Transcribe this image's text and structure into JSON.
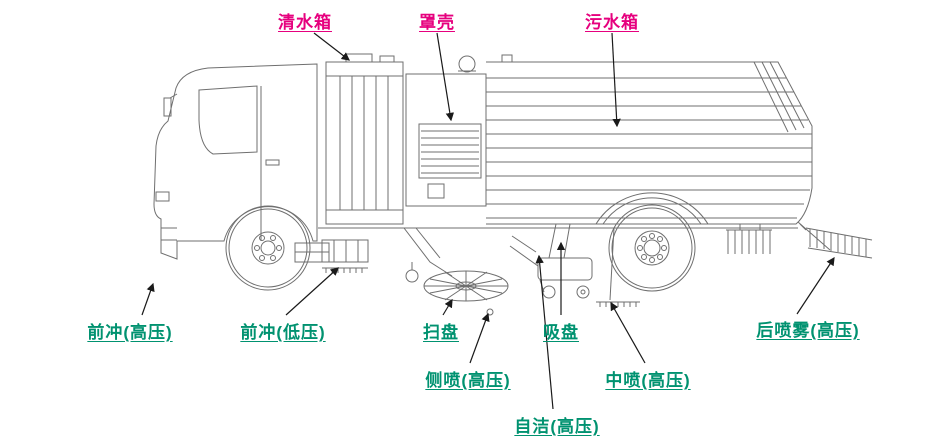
{
  "diagram": {
    "type": "labeled-technical-diagram",
    "subject": "street sweeper truck side-view line drawing with part callouts",
    "colors": {
      "background": "#ffffff",
      "drawing_line": "#6f6f6f",
      "arrow": "#1a1a1a",
      "top_label": "#e6007e",
      "bottom_label": "#009270"
    }
  },
  "labels": {
    "clean_water_tank": "清水箱",
    "cover_shell": "罩壳",
    "sewage_tank": "污水箱",
    "front_flush_high": "前冲(高压)",
    "front_flush_low": "前冲(低压)",
    "sweep_disc": "扫盘",
    "suction_disc": "吸盘",
    "rear_spray_high": "后喷雾(高压)",
    "side_spray_high": "侧喷(高压)",
    "mid_spray_high": "中喷(高压)",
    "self_clean_high": "自洁(高压)"
  }
}
